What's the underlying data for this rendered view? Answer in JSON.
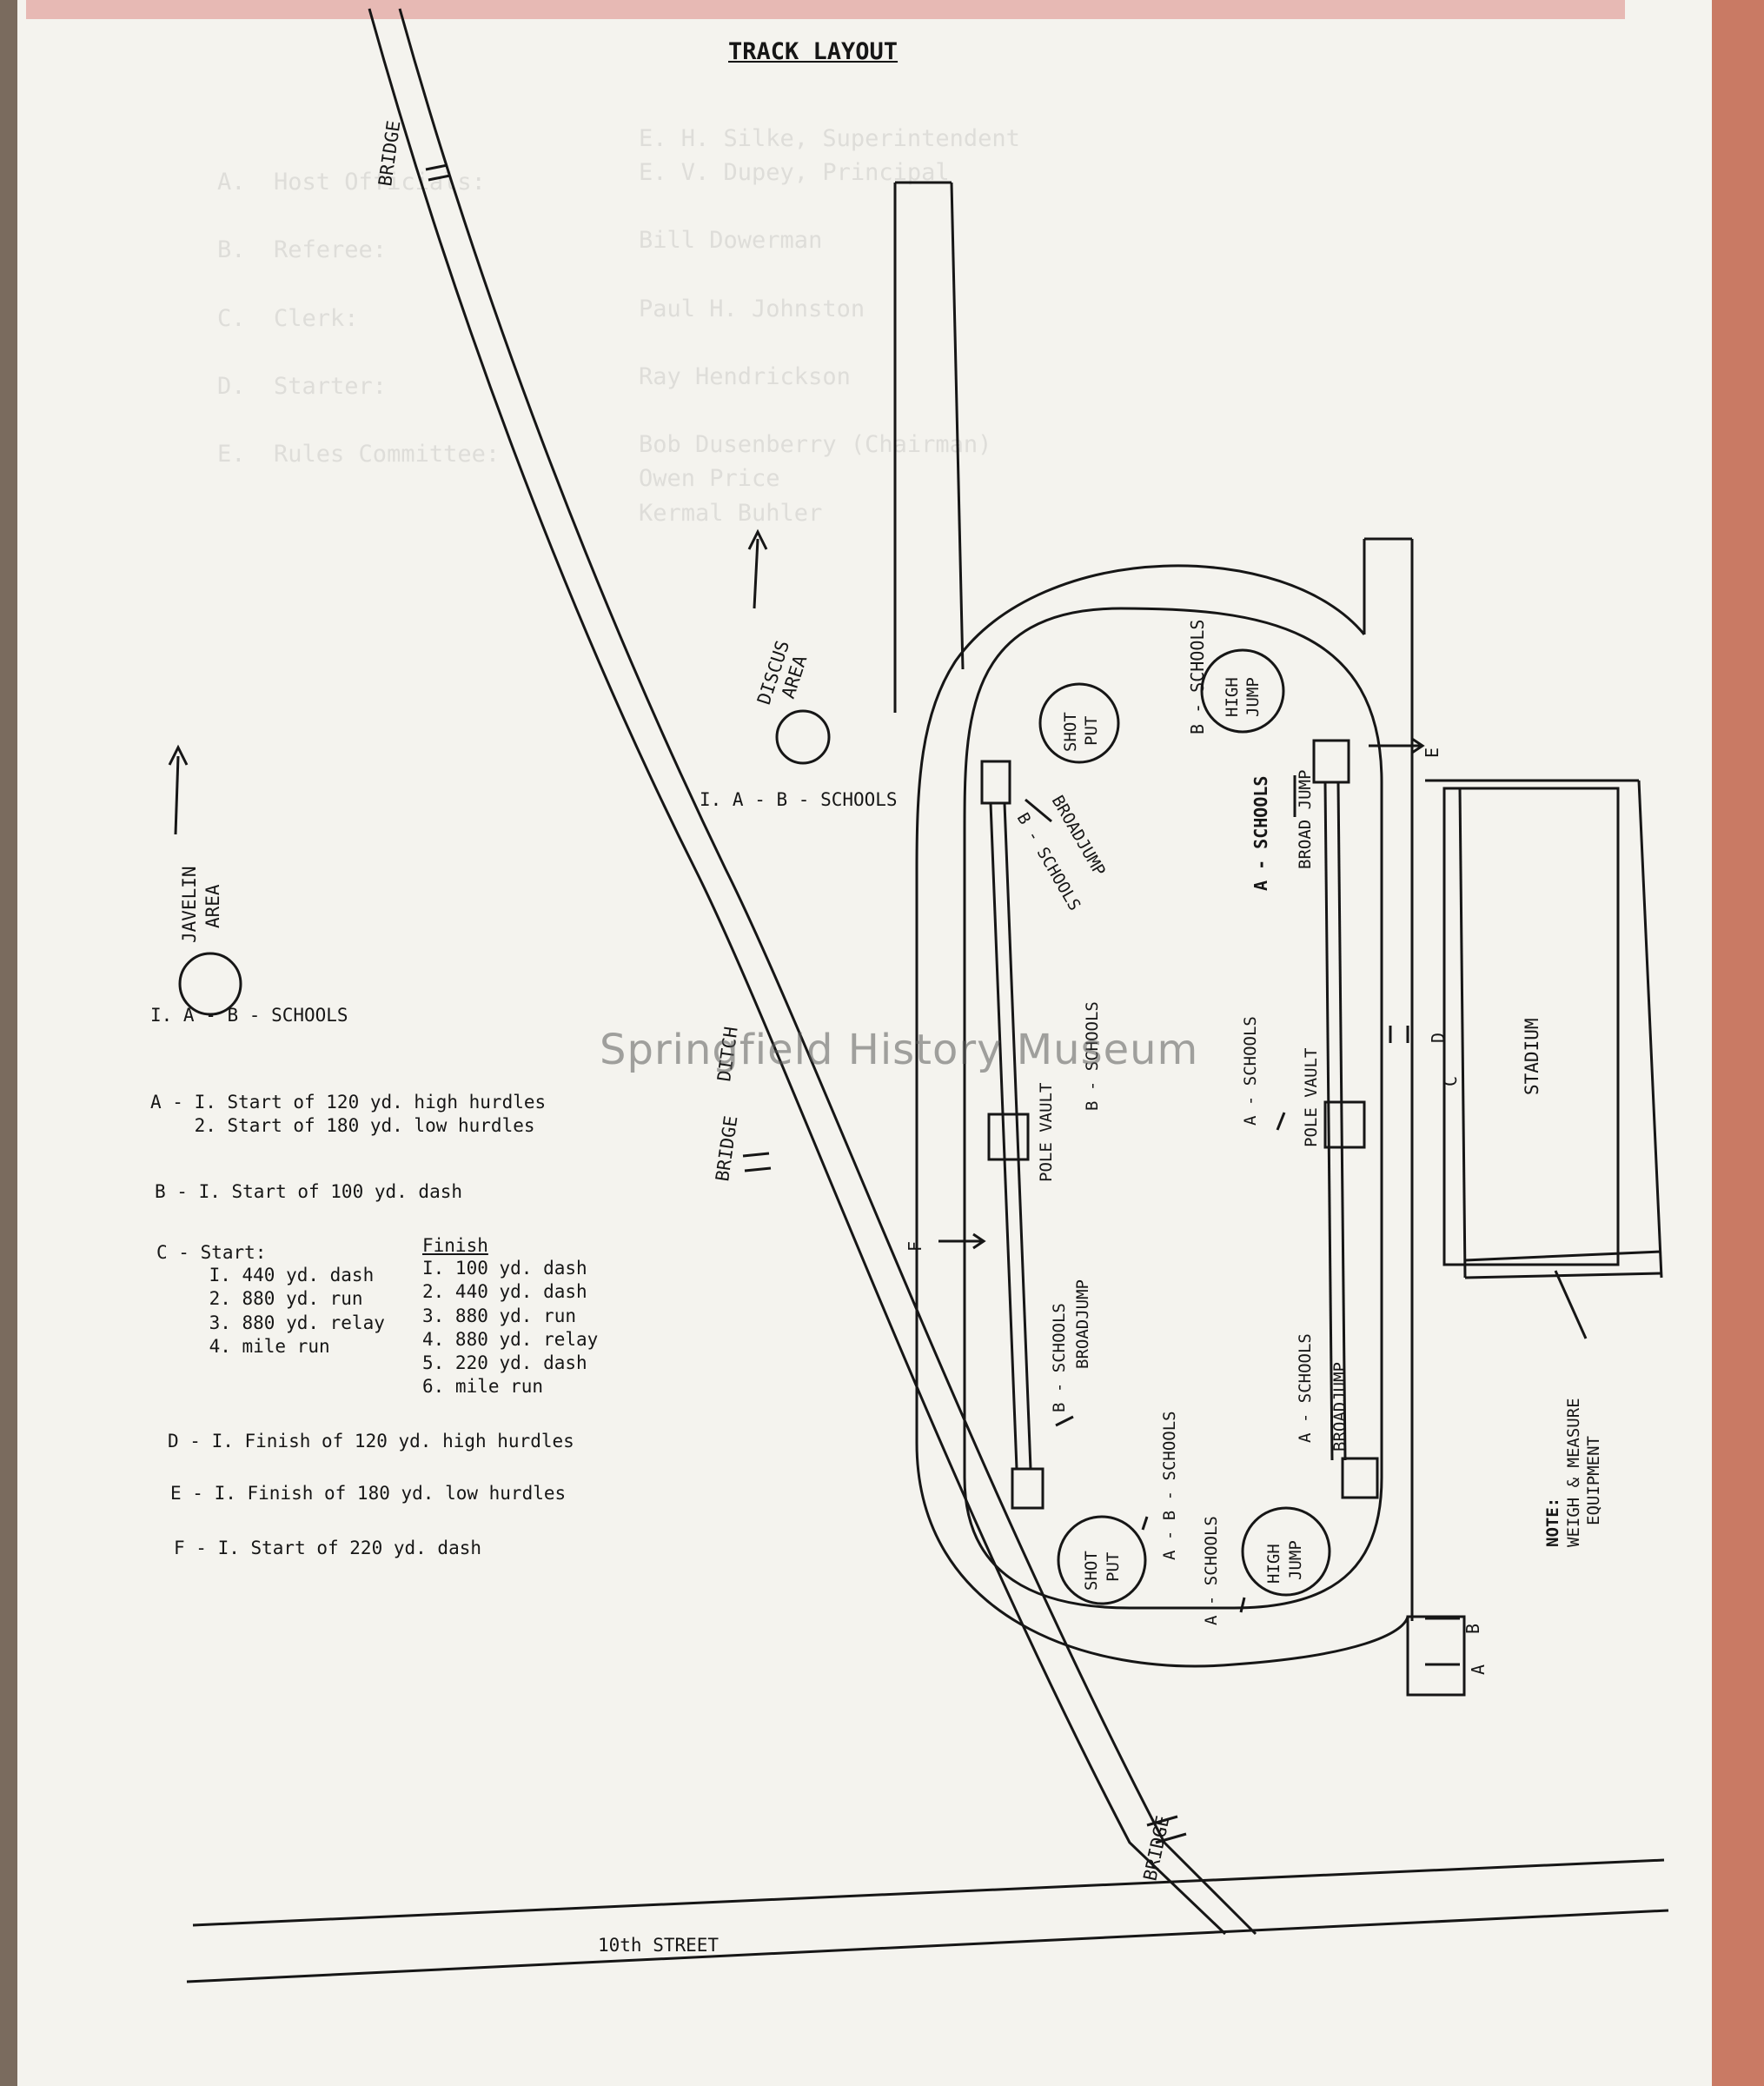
{
  "title": "TRACK LAYOUT",
  "watermark": "Springfield History Museum",
  "labels": {
    "bridge": "BRIDGE",
    "ditch": "DITCH",
    "street": "10th STREET",
    "stadium": "STADIUM",
    "javelin": [
      "JAVELIN",
      "AREA"
    ],
    "discus": [
      "DISCUS",
      "AREA"
    ],
    "shot_put": [
      "SHOT",
      "PUT"
    ],
    "high_jump": [
      "HIGH",
      "JUMP"
    ],
    "pole_vault": "POLE VAULT",
    "broad_jump": "BROADJUMP",
    "broad_jump_spaced": "BROAD JUMP",
    "a_schools": "A - SCHOOLS",
    "b_schools": "B - SCHOOLS",
    "ab_schools": "A - B - SCHOOLS",
    "i_ab_schools": "I. A - B - SCHOOLS",
    "b_schools_broad": "B - SCHOOLS BROADJUMP",
    "note": [
      "NOTE:",
      "WEIGH & MEASURE",
      "EQUIPMENT"
    ],
    "letters": {
      "a": "A",
      "b": "B",
      "c": "C",
      "d": "D",
      "e": "E",
      "f": "F"
    }
  },
  "key": {
    "javelin_line": "I. A - B - SCHOOLS",
    "a": "A - I. Start of 120 yd. high hurdles\n    2. Start of 180 yd. low hurdles",
    "b": "B - I. Start of 100 yd. dash",
    "c_start_head": "C - Start:",
    "c_start": "    I. 440 yd. dash\n    2. 880 yd. run\n    3. 880 yd. relay\n    4. mile run",
    "c_finish_head": "Finish",
    "c_finish": "I. 100 yd. dash\n2. 440 yd. dash\n3. 880 yd. run\n4. 880 yd. relay\n5. 220 yd. dash\n6. mile run",
    "d": "D - I. Finish of 120 yd. high hurdles",
    "e": "E - I. Finish of 180 yd. low hurdles",
    "f": "F - I. Start of 220 yd. dash"
  },
  "bleed_through": {
    "col1": "A.  Host Officials:\n\nB.  Referee:\n\nC.  Clerk:\n\nD.  Starter:\n\nE.  Rules Committee:",
    "col2": "E. H. Silke, Superintendent\nE. V. Dupey, Principal\n\nBill Dowerman\n\nPaul H. Johnston\n\nRay Hendrickson\n\nBob Dusenberry (Chairman)\nOwen Price\nKermal Buhler"
  }
}
